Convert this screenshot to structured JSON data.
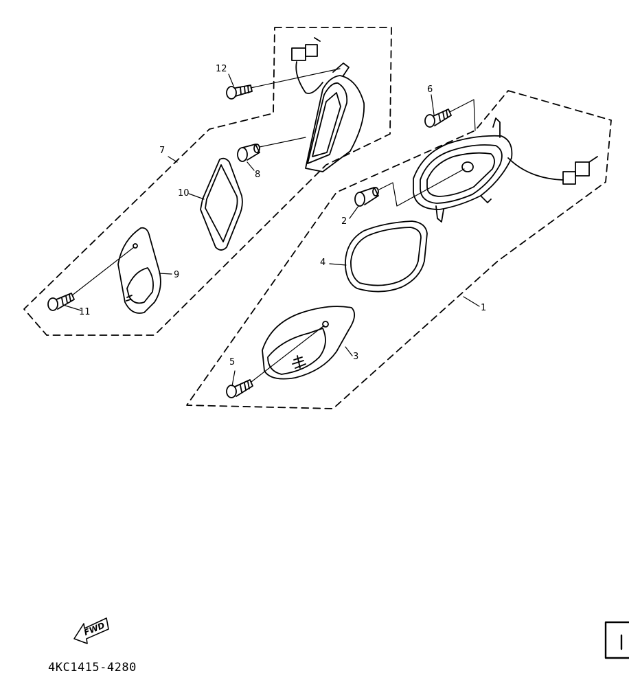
{
  "callouts": {
    "c1": "1",
    "c2": "2",
    "c3": "3",
    "c4": "4",
    "c5": "5",
    "c6": "6",
    "c7": "7",
    "c8": "8",
    "c9": "9",
    "c10": "10",
    "c11": "11",
    "c12": "12"
  },
  "fwd_label": "FWD",
  "part_code": "4KC1415-4280"
}
